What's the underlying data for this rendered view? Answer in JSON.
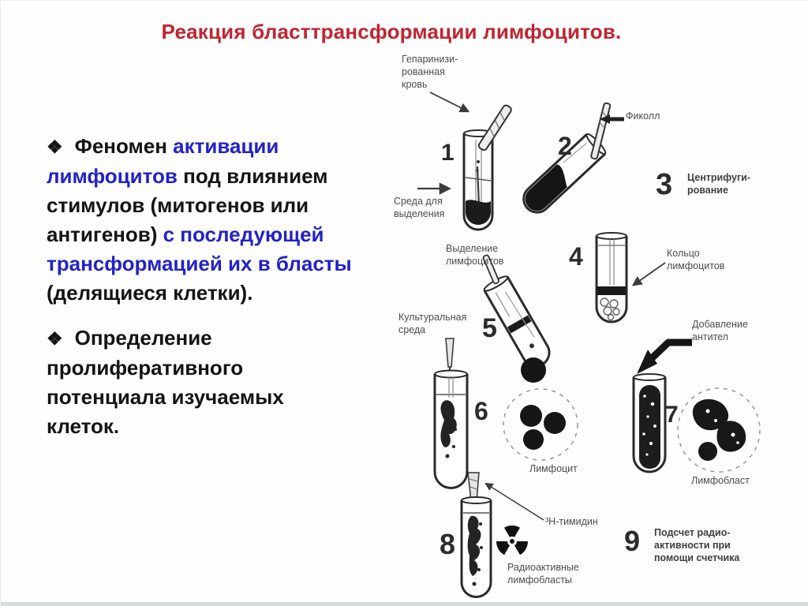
{
  "slide": {
    "title": "Реакция бласттрансформации лимфоцитов.",
    "bullets": [
      {
        "marker": "❖",
        "segments": [
          {
            "t": "Феномен ",
            "c": "k"
          },
          {
            "t": "активации лимфоцитов",
            "c": "b"
          },
          {
            "t": " под влиянием стимулов (митогенов или антигенов) ",
            "c": "k"
          },
          {
            "t": "с последующей трансформацией их в бласты",
            "c": "b"
          },
          {
            "t": " (делящиеся клетки).",
            "c": "k"
          }
        ]
      },
      {
        "marker": "❖",
        "segments": [
          {
            "t": "Определение пролиферативного потенциала изучаемых клеток.",
            "c": "k"
          }
        ]
      }
    ]
  },
  "diagram": {
    "step_numbers": [
      "1",
      "2",
      "3",
      "4",
      "5",
      "6",
      "7",
      "8",
      "9"
    ],
    "labels": {
      "heparinized_blood": "Гепаринизи-\nрованная\nкровь",
      "isolation_medium": "Среда для\nвыделения",
      "ficoll": "Фиколл",
      "centrifugation": "Центрифуги-\nрование",
      "lymphocyte_isolation": "Выделение\nлимфоцитов",
      "lymphocyte_ring": "Кольцо\nлимфоцитов",
      "culture_medium": "Культуральная\nсреда",
      "antibody_addition": "Добавление\nантител",
      "lymphocyte": "Лимфоцит",
      "lymphoblast": "Лимфобласт",
      "thymidine": "³Н-тимидин",
      "radioactive_lymphoblasts": "Радиоактивные\nлимфобласты",
      "radioactivity_counting": "Подсчет радио-\nактивности при\nпомощи счетчика"
    }
  },
  "colors": {
    "title_red": "#c32330",
    "text_black": "#141414",
    "text_blue": "#2222cc",
    "label_gray": "#4c4c4c",
    "ink": "#2b2b2b"
  }
}
